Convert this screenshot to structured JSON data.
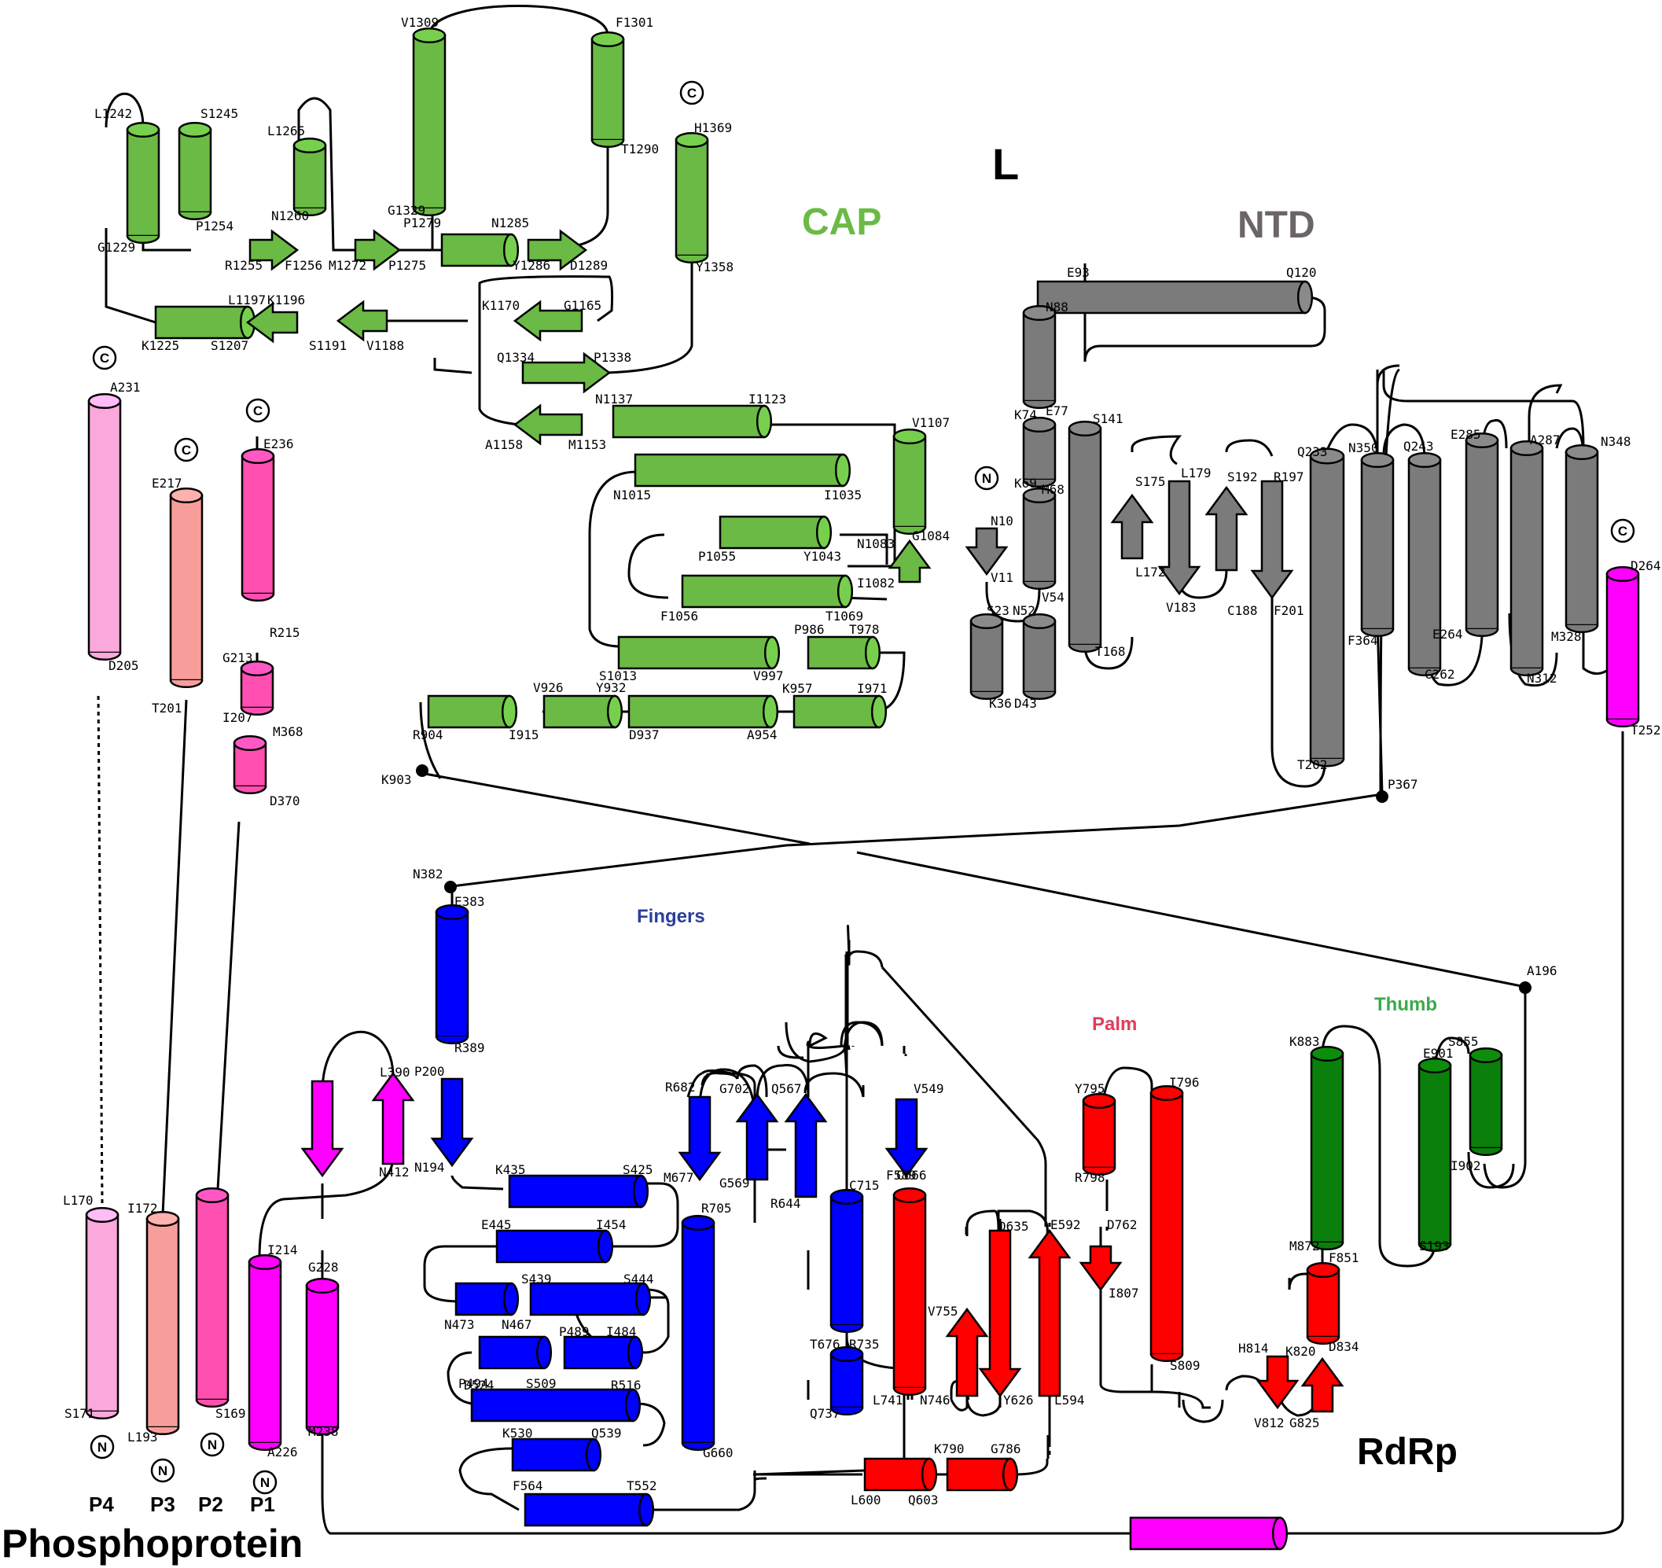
{
  "title": "L",
  "subtitle": "Phosphoprotein",
  "domains": {
    "cap": {
      "label": "CAP",
      "color": "#6aba45"
    },
    "ntd": {
      "label": "NTD",
      "color": "#7b7b7b"
    },
    "fingers": {
      "label": "Fingers",
      "color": "#0000ff"
    },
    "palm": {
      "label": "Palm",
      "color": "#ff0000"
    },
    "thumb": {
      "label": "Thumb",
      "color": "#0b7f0b"
    },
    "rdrp": {
      "label": "RdRp",
      "color": "#000000"
    }
  },
  "phospho_colors": {
    "p1": "#ff00ff",
    "p2": "#ff4fb0",
    "p3": "#f79e9b",
    "p4": "#fba8dd"
  },
  "terminal_labels": {
    "c": "C",
    "n": "N"
  },
  "phospho_chains": [
    "P4",
    "P3",
    "P2",
    "P1"
  ],
  "residue_labels": [
    "V1309",
    "F1301",
    "L1242",
    "S1245",
    "L1265",
    "C",
    "H1369",
    "T1290",
    "N1260",
    "G1329",
    "P1279",
    "N1285",
    "G1229",
    "P1254",
    "R1255",
    "F1256",
    "M1272",
    "P1275",
    "Y1286",
    "D1289",
    "Y1358",
    "L1197",
    "K1196",
    "K1170",
    "G1165",
    "K1225",
    "S1207",
    "S1191",
    "V1188",
    "Q1334",
    "P1338",
    "N1137",
    "I1123",
    "A1158",
    "M1153",
    "V1107",
    "N1015",
    "I1035",
    "P1055",
    "Y1043",
    "N1083",
    "G1084",
    "I1082",
    "F1056",
    "T1069",
    "P986",
    "T978",
    "S1013",
    "V997",
    "V926",
    "Y932",
    "K957",
    "I971",
    "R904",
    "I915",
    "D937",
    "A954",
    "K903",
    "E93",
    "Q120",
    "N88",
    "K74",
    "E77",
    "K69",
    "M68",
    "S141",
    "N",
    "N10",
    "V11",
    "V54",
    "S23",
    "N52",
    "K36",
    "D43",
    "T168",
    "S175",
    "L179",
    "S192",
    "R197",
    "L172",
    "V183",
    "C188",
    "F201",
    "Q233",
    "N350",
    "Q243",
    "E285",
    "A287",
    "N348",
    "F364",
    "E264",
    "M328",
    "C262",
    "N312",
    "T202",
    "P367",
    "D264",
    "T252",
    "A231",
    "E217",
    "E236",
    "D205",
    "T201",
    "R215",
    "G213",
    "I207",
    "M368",
    "D370",
    "N382",
    "E383",
    "R389",
    "P200",
    "N194",
    "L390",
    "N412",
    "K435",
    "S425",
    "E445",
    "I454",
    "S439",
    "S444",
    "N473",
    "N467",
    "P489",
    "I484",
    "P494",
    "S509",
    "D524",
    "R516",
    "K530",
    "Q539",
    "F564",
    "T552",
    "R682",
    "G702",
    "Q567",
    "V549",
    "M677",
    "G569",
    "R644",
    "R705",
    "C715",
    "F589",
    "C666",
    "G660",
    "T676",
    "R735",
    "Q737",
    "L741",
    "N746",
    "V755",
    "D635",
    "Y626",
    "E592",
    "L594",
    "L600",
    "Q603",
    "K790",
    "G786",
    "Y795",
    "I796",
    "R798",
    "D762",
    "I807",
    "S809",
    "H814",
    "V812",
    "K820",
    "G825",
    "D834",
    "F851",
    "M872",
    "K883",
    "E901",
    "S855",
    "I902",
    "S193",
    "A196",
    "L170",
    "I172",
    "S171",
    "L193",
    "S169",
    "I214",
    "A226",
    "G228",
    "M238"
  ]
}
